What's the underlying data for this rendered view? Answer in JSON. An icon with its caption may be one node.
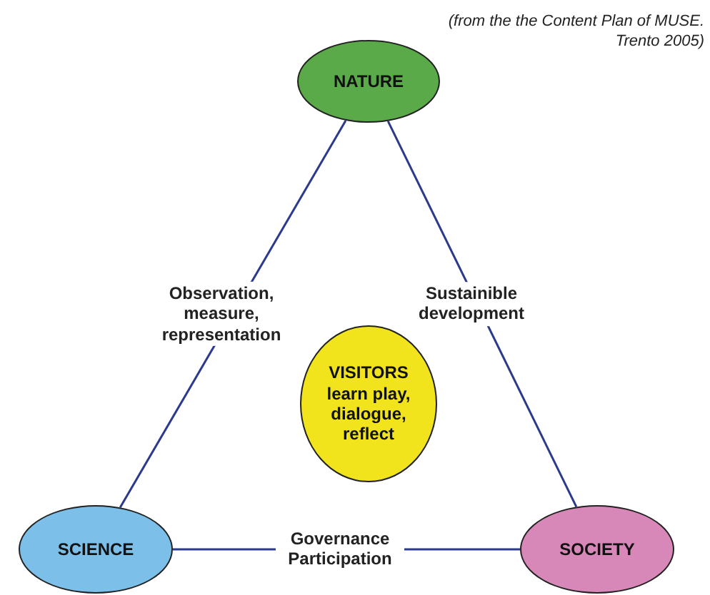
{
  "diagram": {
    "caption": "(from the the Content Plan of MUSE. Trento 2005)",
    "nodes": [
      {
        "text": [
          "NATURE"
        ]
      },
      {
        "text": [
          "VISITORS",
          "learn play, dialogue, reflect"
        ]
      },
      {
        "text": [
          "SCIENCE"
        ]
      },
      {
        "text": [
          "SOCIETY"
        ]
      }
    ],
    "edges": [
      {
        "from": 0,
        "to": 2,
        "arrow": "none",
        "label": "Observation, measure, representation"
      },
      {
        "from": 0,
        "to": 3,
        "arrow": "none",
        "label": "Sustainible development"
      },
      {
        "from": 2,
        "to": 3,
        "arrow": "none",
        "label": "Governance Participation"
      }
    ]
  }
}
